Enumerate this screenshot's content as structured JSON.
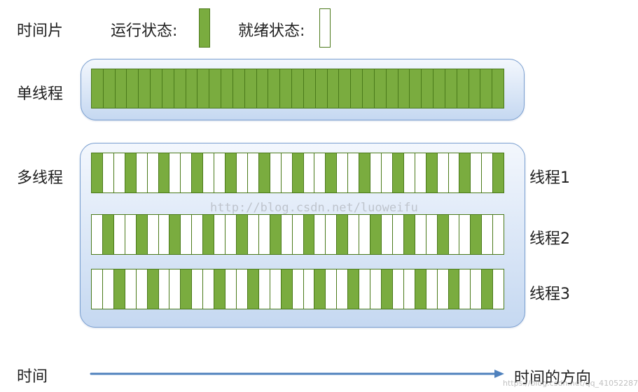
{
  "legend": {
    "time_slice_label": "时间片",
    "running_label": "运行状态:",
    "ready_label": "就绪状态:",
    "running_color": "#7aac3f",
    "ready_color": "#ffffff"
  },
  "single_thread": {
    "label": "单线程",
    "slice_count": 35,
    "state": "running"
  },
  "multi_thread": {
    "label": "多线程",
    "threads": [
      {
        "label": "线程1",
        "slices": "RWWRWWRWWRWWRWWRWWRWWRWWRWWRWWRWWRWWR"
      },
      {
        "label": "线程2",
        "slices": "WRWWRWWRWWRWWRWWRWWRWWRWWRWWRWWRWWRWW"
      },
      {
        "label": "线程3",
        "slices": "WWRWWRWWRWWRWWRWWRWWRWWRWWRWWRWWRWWRW"
      }
    ]
  },
  "time_axis": {
    "label": "时间",
    "direction_label": "时间的方向",
    "arrow_color": "#4f81bd"
  },
  "watermarks": {
    "center": "http://blog.csdn.net/luoweifu",
    "bottom": "https://blog.csdn.net/qq_41052287"
  }
}
